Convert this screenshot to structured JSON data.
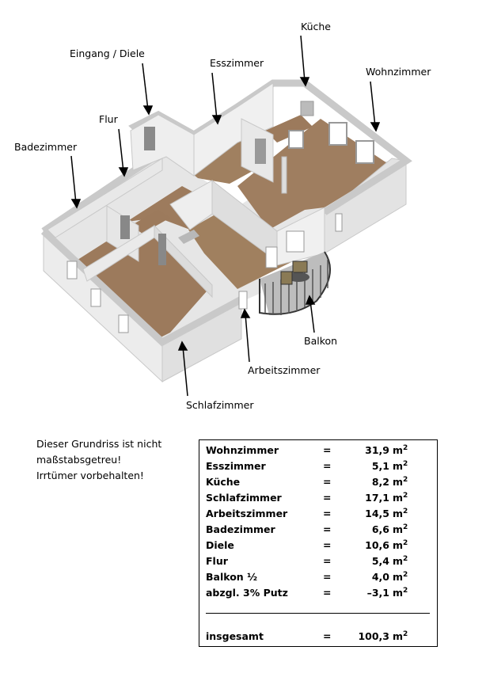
{
  "labels": {
    "kueche": "Küche",
    "eingang": "Eingang / Diele",
    "esszimmer": "Esszimmer",
    "wohnzimmer": "Wohnzimmer",
    "flur": "Flur",
    "badezimmer": "Badezimmer",
    "balkon": "Balkon",
    "arbeitszimmer": "Arbeitszimmer",
    "schlafzimmer": "Schlafzimmer"
  },
  "disclaimer": {
    "line1": "Dieser Grundriss ist nicht",
    "line2": "maßstabsgetreu!",
    "line3": "Irrtümer vorbehalten!"
  },
  "areas": {
    "rows": [
      {
        "name": "Wohnzimmer",
        "eq": "=",
        "value": "31,9",
        "unit": "m",
        "exp": "2"
      },
      {
        "name": "Esszimmer",
        "eq": "=",
        "value": "5,1",
        "unit": "m",
        "exp": "2"
      },
      {
        "name": "Küche",
        "eq": "=",
        "value": "8,2",
        "unit": "m",
        "exp": "2"
      },
      {
        "name": "Schlafzimmer",
        "eq": "=",
        "value": "17,1",
        "unit": "m",
        "exp": "2"
      },
      {
        "name": "Arbeitszimmer",
        "eq": "=",
        "value": "14,5",
        "unit": "m",
        "exp": "2"
      },
      {
        "name": "Badezimmer",
        "eq": "=",
        "value": "6,6",
        "unit": "m",
        "exp": "2"
      },
      {
        "name": "Diele",
        "eq": "=",
        "value": "10,6",
        "unit": "m",
        "exp": "2"
      },
      {
        "name": "Flur",
        "eq": "=",
        "value": "5,4",
        "unit": "m",
        "exp": "2"
      },
      {
        "name": "Balkon ½",
        "eq": "=",
        "value": "4,0",
        "unit": "m",
        "exp": "2"
      },
      {
        "name": "abzgl. 3% Putz",
        "eq": "=",
        "value": "–3,1",
        "unit": "m",
        "exp": "2"
      }
    ],
    "total": {
      "name": "insgesamt",
      "eq": "=",
      "value": "100,3",
      "unit": "m",
      "exp": "2"
    }
  },
  "colors": {
    "wall_top": "#c9c9c9",
    "wall_side": "#ececec",
    "wall_shade": "#d8d8d8",
    "floor_wood": "#9c7a5c",
    "floor_tile": "#b8b8b8",
    "balcony_rail": "#333333"
  }
}
